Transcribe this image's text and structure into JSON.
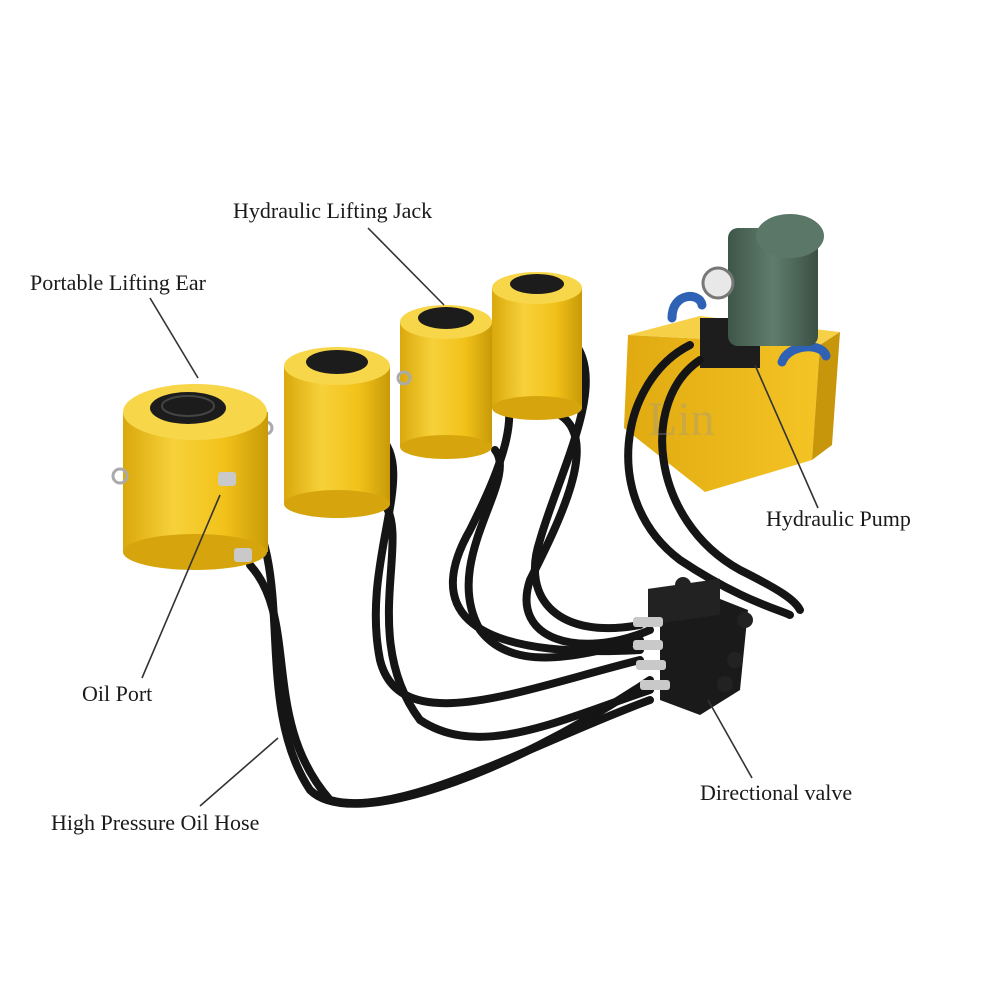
{
  "labels": {
    "hydraulic_lifting_jack": "Hydraulic Lifting Jack",
    "portable_lifting_ear": "Portable Lifting Ear",
    "hydraulic_pump": "Hydraulic Pump",
    "oil_port": "Oil Port",
    "directional_valve": "Directional valve",
    "high_pressure_oil_hose": "High Pressure Oil Hose"
  },
  "watermark": "Lin",
  "colors": {
    "jack_yellow": "#f2c21a",
    "jack_shade": "#d9a80c",
    "ram_black": "#1c1c1c",
    "hose_black": "#151515",
    "motor_green": "#4f6a5b",
    "handle_blue": "#2f62b5",
    "valve_black": "#1a1a1a",
    "fitting_silver": "#c9c9c9"
  }
}
